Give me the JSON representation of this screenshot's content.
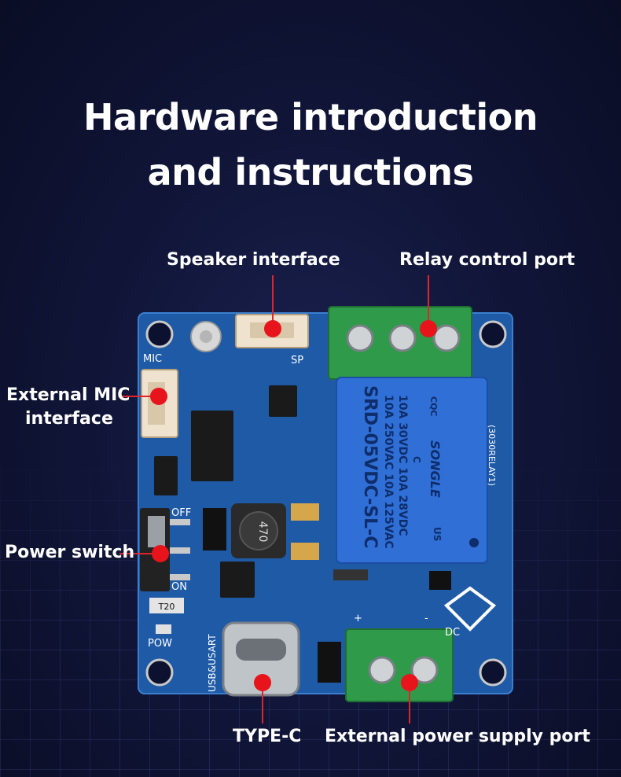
{
  "title": {
    "line1": "Hardware introduction",
    "line2": "and instructions"
  },
  "labels": {
    "speaker": "Speaker interface",
    "relay": "Relay control port",
    "mic_line1": "External MIC",
    "mic_line2": "interface",
    "power_switch": "Power switch",
    "type_c": "TYPE-C",
    "ext_power": "External power supply port"
  },
  "silkscreen": {
    "mic": "MIC",
    "sp": "SP",
    "off": "OFF",
    "on": "ON",
    "pow": "POW",
    "usb": "USB&USART",
    "t20": "T20",
    "inductor": "470",
    "plus": "+",
    "minus": "-",
    "dc": "DC",
    "relay_id": "(3030RELAY1)"
  },
  "relay_text": {
    "l1": "10A 250VAC 10A 125VAC",
    "l2": "10A 30VDC 10A 28VDC",
    "l3": "SRD-05VDC-SL-C",
    "brand": "SONGLE",
    "cqc": "CQC",
    "us": "US",
    "c": "C"
  },
  "colors": {
    "pcb": "#1f5aa6",
    "callout": "#e0242a",
    "terminal": "#2e9a4a",
    "relay": "#2f6fd6"
  }
}
